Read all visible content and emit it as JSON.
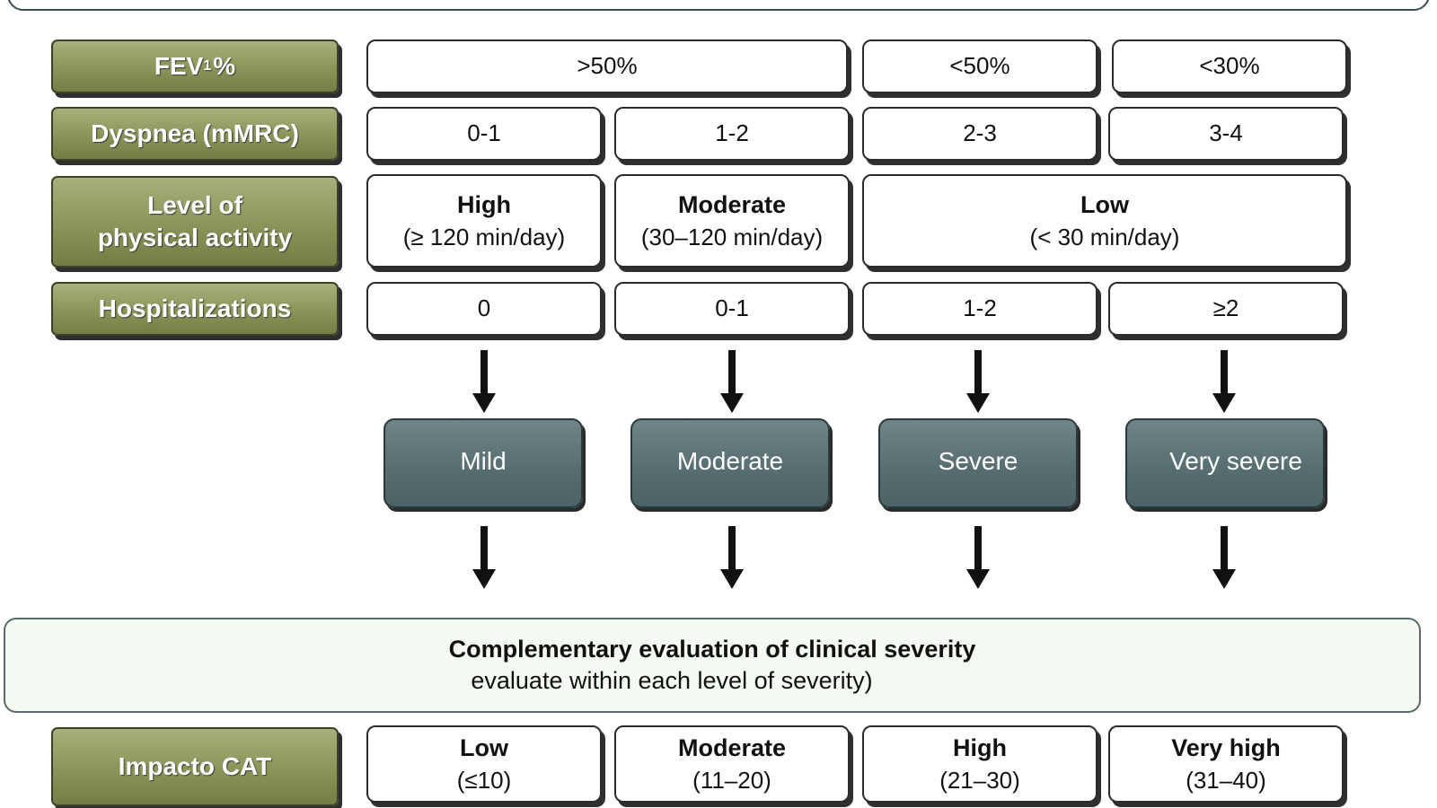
{
  "labels": {
    "fev1_main": "FEV",
    "fev1_sub": "1",
    "fev1_unit": " %",
    "dyspnea": "Dyspnea (mMRC)",
    "activity_line1": "Level of",
    "activity_line2": "physical activity",
    "hospitalizations": "Hospitalizations",
    "cat": "Impacto CAT"
  },
  "fev1": {
    "c1": ">50%",
    "c2": "<50%",
    "c3": "<30%"
  },
  "dyspnea": {
    "c1": "0-1",
    "c2": "1-2",
    "c3": "2-3",
    "c4": "3-4"
  },
  "activity": {
    "high": "High",
    "high_range": "(≥ 120 min/day)",
    "moderate": "Moderate",
    "moderate_range": "(30–120 min/day)",
    "low": "Low",
    "low_range": "(< 30 min/day)"
  },
  "hospitalizations": {
    "c1": "0",
    "c2": "0-1",
    "c3": "1-2",
    "c4": "≥2"
  },
  "severity": {
    "mild": "Mild",
    "moderate": "Moderate",
    "severe": "Severe",
    "very_severe": "Very severe"
  },
  "complementary": {
    "title": "Complementary evaluation of clinical severity",
    "subtitle": "evaluate within each level of severity)"
  },
  "cat": {
    "low": "Low",
    "low_range": "(≤10)",
    "moderate": "Moderate",
    "moderate_range": "(11–20)",
    "high": "High",
    "high_range": "(21–30)",
    "very_high": "Very high",
    "very_high_range": "(31–40)"
  }
}
